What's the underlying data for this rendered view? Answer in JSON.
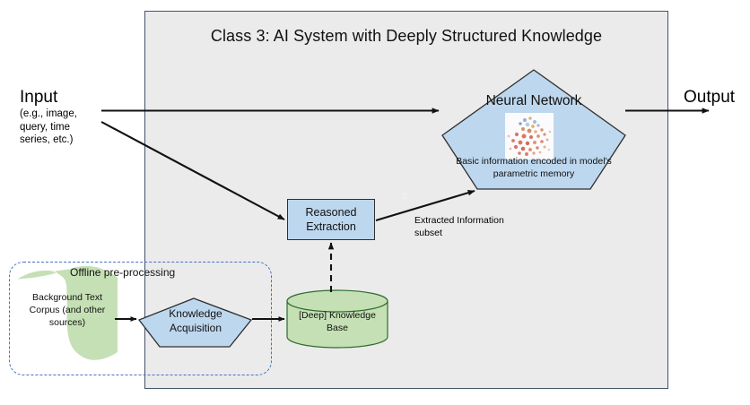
{
  "diagram": {
    "title": "Class 3: AI System with Deeply Structured Knowledge",
    "input": {
      "label": "Input",
      "sublabel": "(e.g., image, query, time series, etc.)"
    },
    "output": {
      "label": "Output"
    },
    "neural_network": {
      "title": "Neural Network",
      "caption": "Basic information encoded in model's parametric memory",
      "shape": "pentagon",
      "fill": "#bdd7ee",
      "image": "scatter-plot-thumbnail"
    },
    "reasoned_extraction": {
      "line1": "Reasoned",
      "line2": "Extraction",
      "fill": "#bdd7ee"
    },
    "extracted_information": {
      "line1": "Extracted Information",
      "line2": "subset"
    },
    "offline": {
      "title": "Offline pre-processing",
      "border": "#4472c4"
    },
    "background_corpus": {
      "text": "Background Text Corpus (and other sources)",
      "shape": "wave",
      "fill": "#c5e0b4"
    },
    "knowledge_acquisition": {
      "line1": "Knowledge",
      "line2": "Acquisition",
      "shape": "pentagon",
      "fill": "#bdd7ee"
    },
    "knowledge_base": {
      "line1": "[Deep] Knowledge",
      "line2": "Base",
      "shape": "cylinder",
      "fill": "#c5e0b4"
    },
    "artifact": {
      "ghost_letter": "s"
    },
    "colors": {
      "panel_fill": "#ebebeb",
      "panel_border": "#44546a",
      "blue_fill": "#bdd7ee",
      "green_fill": "#c5e0b4",
      "dashed_blue": "#4472c4",
      "stroke": "#2f2f2f"
    }
  }
}
